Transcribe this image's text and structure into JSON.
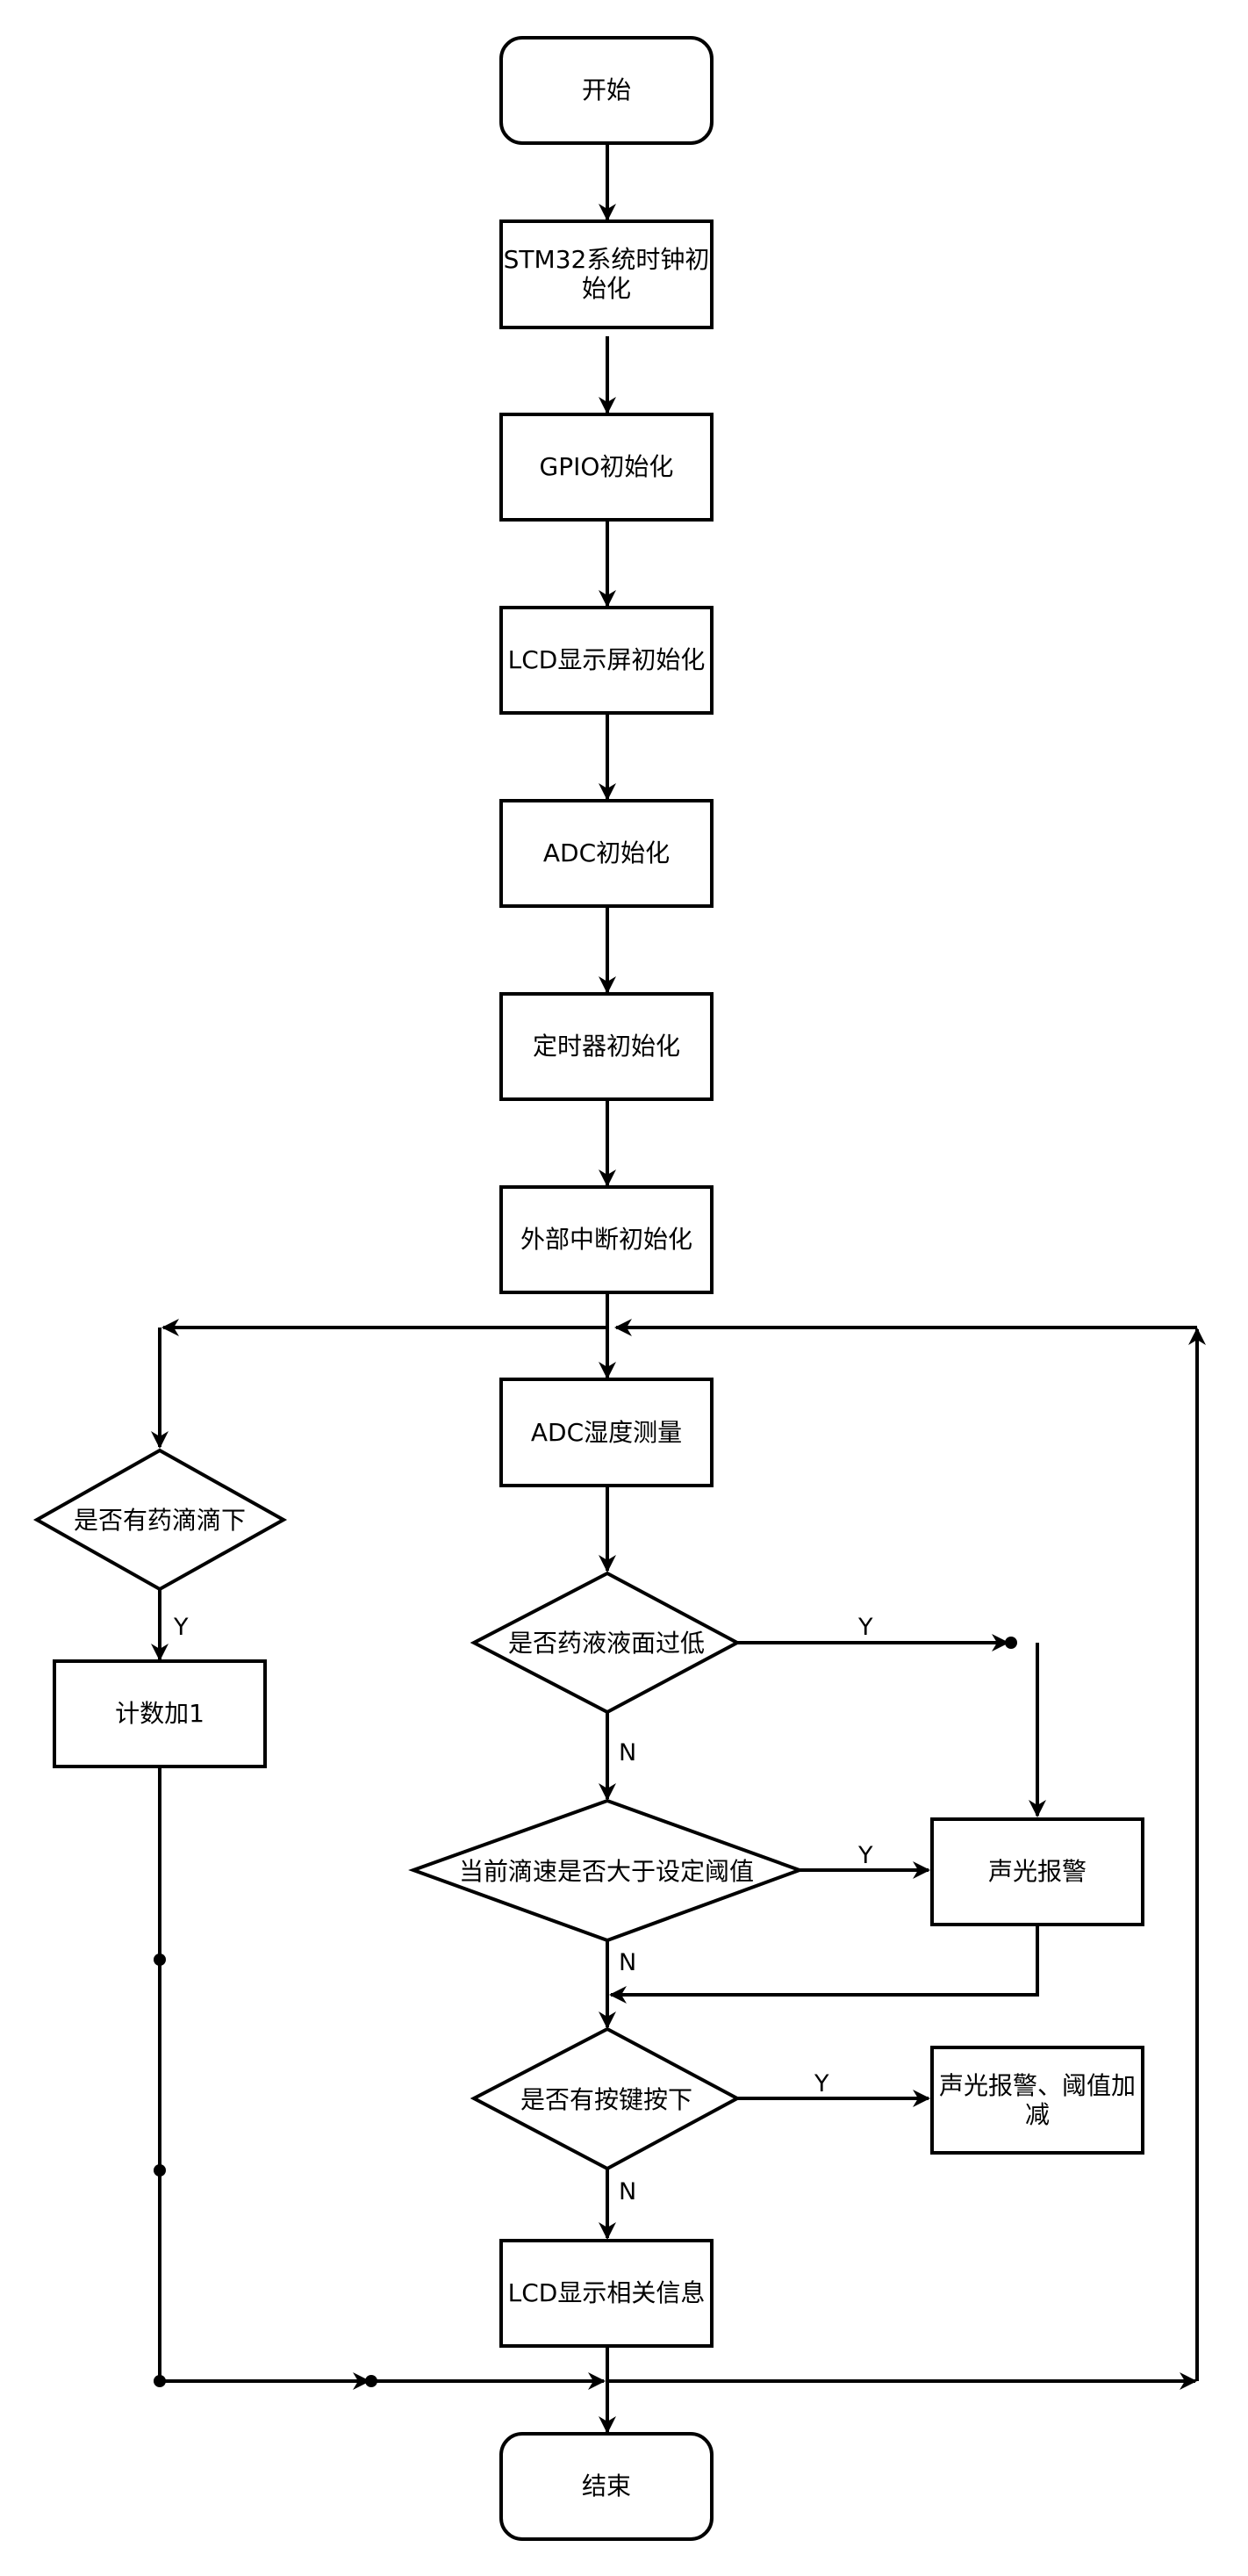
{
  "nodes": {
    "start": "开始",
    "sysclk_l1": "STM32系统时钟初",
    "sysclk_l2": "始化",
    "gpio": "GPIO初始化",
    "lcd_init": "LCD显示屏初始化",
    "adc_init": "ADC初始化",
    "timer": "定时器初始化",
    "exti": "外部中断初始化",
    "measure": "ADC湿度测量",
    "drip_q": "是否有药滴滴下",
    "count": "计数加1",
    "level_q": "是否药液液面过低",
    "speed_q": "当前滴速是否大于设定阈值",
    "alarm": "声光报警",
    "key_q": "是否有按键按下",
    "key_l1": "声光报警、阈值加",
    "key_l2": "减",
    "lcd_show": "LCD显示相关信息",
    "end": "结束"
  },
  "edges": {
    "drip_yes": "Y",
    "level_yes": "Y",
    "level_no": "N",
    "speed_yes": "Y",
    "speed_no": "N",
    "key_yes": "Y",
    "key_no": "N"
  }
}
